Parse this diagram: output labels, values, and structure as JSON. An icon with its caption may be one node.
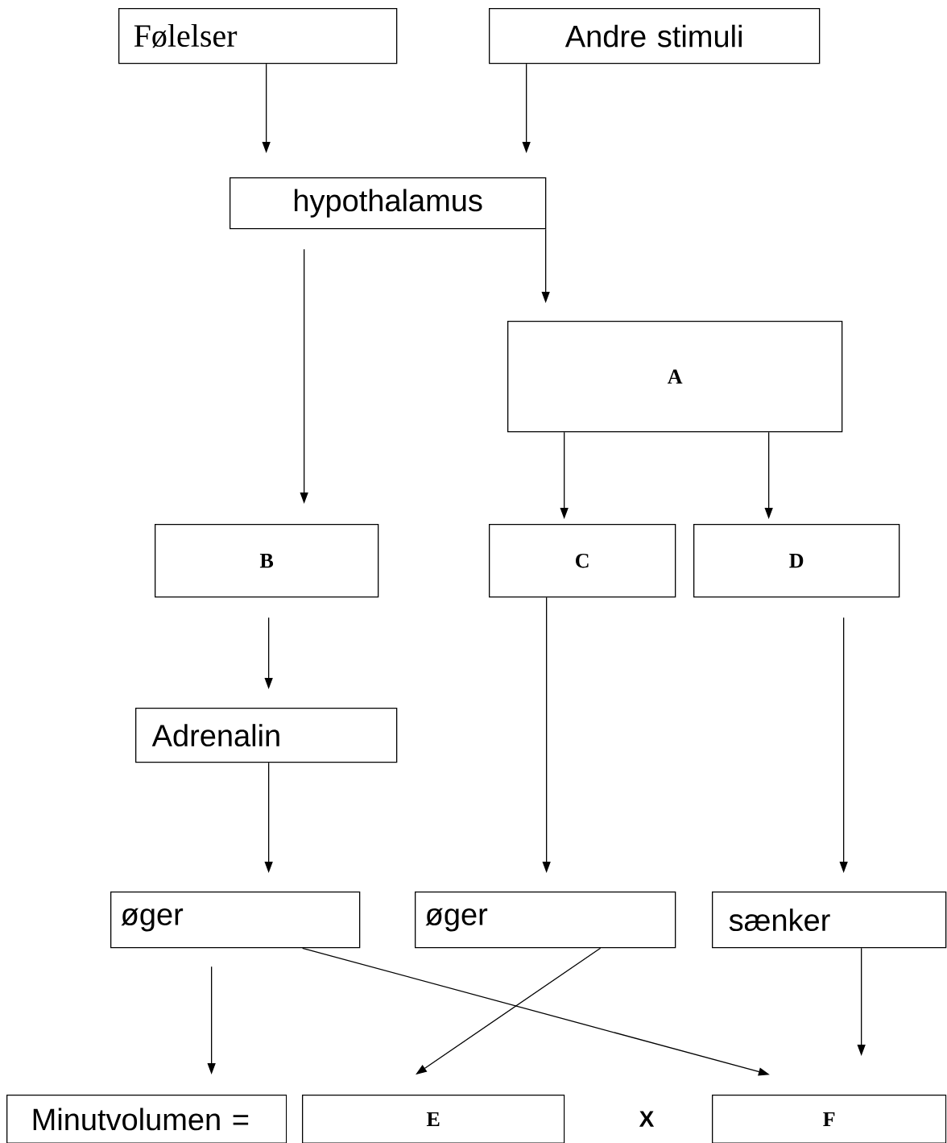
{
  "diagram": {
    "nodes": [
      {
        "text": [
          "Følelser"
        ]
      },
      {
        "text": [
          "Andre stimuli"
        ]
      },
      {
        "text": [
          "hypothalamus"
        ]
      },
      {
        "text": [
          "A"
        ]
      },
      {
        "text": [
          "B"
        ]
      },
      {
        "text": [
          "C"
        ]
      },
      {
        "text": [
          "D"
        ]
      },
      {
        "text": [
          "Adrenalin"
        ]
      },
      {
        "text": [
          "øger"
        ]
      },
      {
        "text": [
          "øger"
        ]
      },
      {
        "text": [
          "sænker"
        ]
      },
      {
        "text": [
          "Minutvolumen ="
        ]
      },
      {
        "text": [
          "E"
        ]
      },
      {
        "text": [
          "F"
        ]
      }
    ],
    "edges": [
      {
        "from": 0,
        "to": 2,
        "arrow": "to"
      },
      {
        "from": 1,
        "to": 2,
        "arrow": "to"
      },
      {
        "from": 2,
        "to": 4,
        "arrow": "to"
      },
      {
        "from": 2,
        "to": 3,
        "arrow": "to"
      },
      {
        "from": 3,
        "to": 5,
        "arrow": "to"
      },
      {
        "from": 3,
        "to": 6,
        "arrow": "to"
      },
      {
        "from": 4,
        "to": 7,
        "arrow": "to"
      },
      {
        "from": 5,
        "to": 9,
        "arrow": "to"
      },
      {
        "from": 6,
        "to": 10,
        "arrow": "to"
      },
      {
        "from": 7,
        "to": 8,
        "arrow": "to"
      },
      {
        "from": 8,
        "to": 11,
        "arrow": "to"
      },
      {
        "from": 8,
        "to": 13,
        "arrow": "to"
      },
      {
        "from": 9,
        "to": 12,
        "arrow": "to"
      },
      {
        "from": 10,
        "to": 13,
        "arrow": "to"
      }
    ],
    "labels": [
      "X"
    ]
  }
}
